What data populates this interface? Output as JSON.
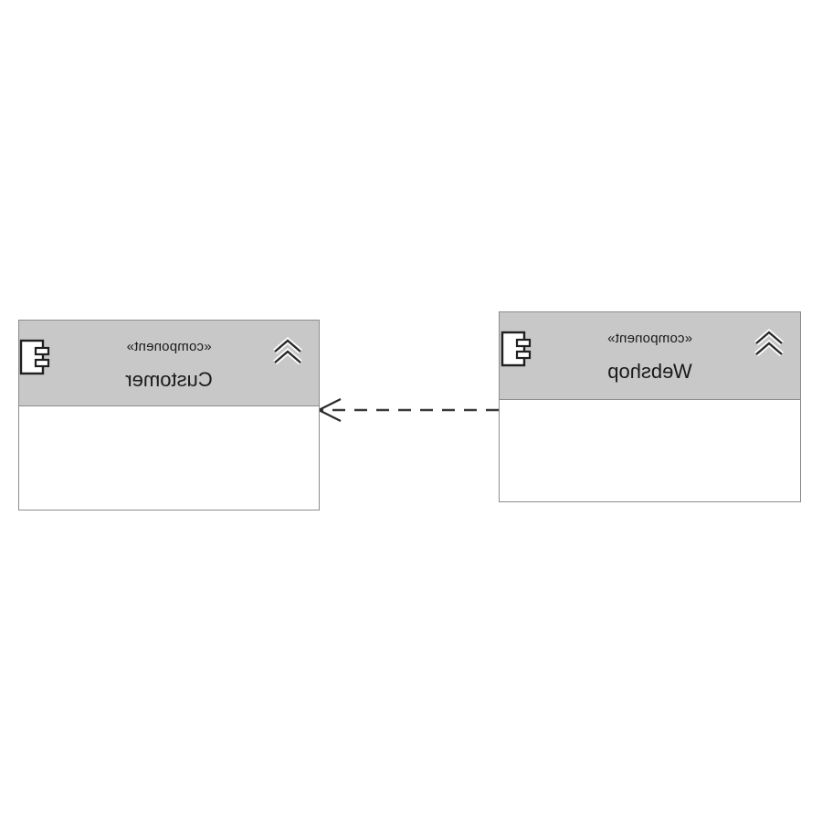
{
  "diagram": {
    "components": [
      {
        "id": "customer",
        "stereotype": "«component»",
        "name": "Customer",
        "icon": "component-icon",
        "collapse_icon": "double-chevron-up-icon"
      },
      {
        "id": "webshop",
        "stereotype": "«component»",
        "name": "Webshop",
        "icon": "component-icon",
        "collapse_icon": "double-chevron-up-icon"
      }
    ],
    "relations": [
      {
        "type": "dependency",
        "style": "dashed-open-arrow",
        "from": "webshop",
        "to": "customer"
      }
    ],
    "colors": {
      "header_fill": "#c8c8c8",
      "border": "#8c8c8c",
      "line": "#3a3a3a"
    }
  }
}
